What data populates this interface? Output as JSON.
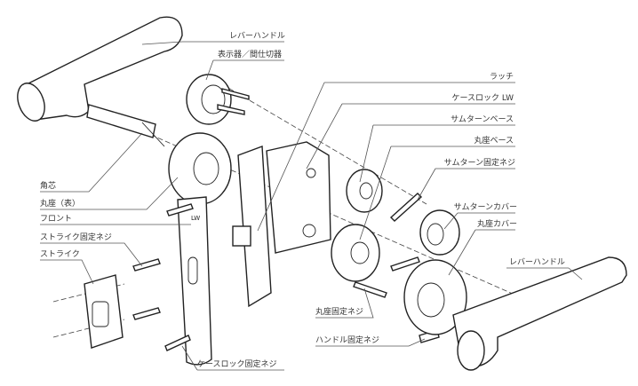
{
  "labels": {
    "lever_handle_left": "レバーハンドル",
    "indicator": "表示器／間仕切器",
    "latch": "ラッチ",
    "case_lock": "ケースロック LW",
    "thumbturn_base": "サムターンベース",
    "rosette_base": "丸座ベース",
    "thumbturn_screw": "サムターン固定ネジ",
    "thumbturn_cover": "サムターンカバー",
    "rosette_cover": "丸座カバー",
    "lever_handle_right": "レバーハンドル",
    "spindle": "角芯",
    "rosette_front": "丸座（表）",
    "front": "フロント",
    "strike_screw": "ストライク固定ネジ",
    "strike": "ストライク",
    "rosette_screw": "丸座固定ネジ",
    "handle_screw": "ハンドル固定ネジ",
    "case_lock_screw": "ケースロック固定ネジ"
  },
  "front_plate_mark": "LW"
}
